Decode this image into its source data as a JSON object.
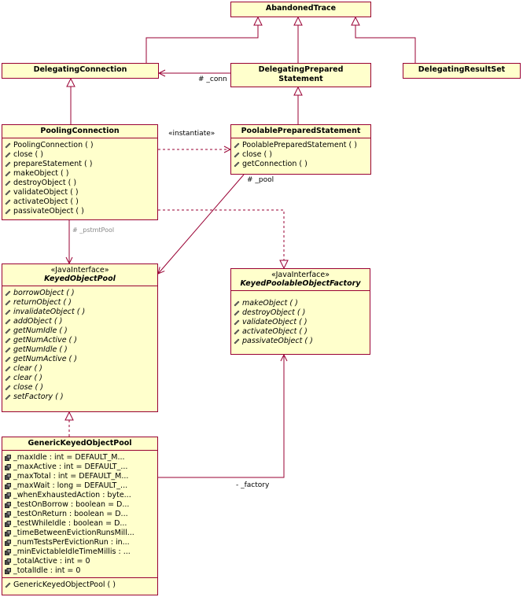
{
  "colors": {
    "border": "#990033",
    "fill": "#ffffcc",
    "edge": "#990033"
  },
  "classes": {
    "abandoned_trace": {
      "name": "AbandonedTrace"
    },
    "delegating_connection": {
      "name": "DelegatingConnection"
    },
    "delegating_prepared_statement": {
      "name_line1": "DelegatingPrepared",
      "name_line2": "Statement"
    },
    "delegating_result_set": {
      "name": "DelegatingResultSet"
    },
    "pooling_connection": {
      "name": "PoolingConnection",
      "operations": [
        "PoolingConnection (   )",
        "close (   )",
        "prepareStatement (   )",
        "makeObject (   )",
        "destroyObject (   )",
        "validateObject (   )",
        "activateObject (   )",
        "passivateObject (   )"
      ]
    },
    "poolable_prepared_statement": {
      "name": "PoolablePreparedStatement",
      "operations": [
        "PoolablePreparedStatement (   )",
        "close (   )",
        "getConnection (   )"
      ]
    },
    "keyed_object_pool": {
      "stereotype": "«JavaInterface»",
      "name": "KeyedObjectPool",
      "operations": [
        "borrowObject (   )",
        "returnObject (   )",
        "invalidateObject (   )",
        "addObject (   )",
        "getNumIdle (   )",
        "getNumActive (   )",
        "getNumIdle (   )",
        "getNumActive (   )",
        "clear (   )",
        "clear (   )",
        "close (   )",
        "setFactory (   )"
      ]
    },
    "keyed_poolable_object_factory": {
      "stereotype": "«JavaInterface»",
      "name": "KeyedPoolableObjectFactory",
      "operations": [
        "makeObject (   )",
        "destroyObject (   )",
        "validateObject (   )",
        "activateObject (   )",
        "passivateObject (   )"
      ]
    },
    "generic_keyed_object_pool": {
      "name": "GenericKeyedObjectPool",
      "attributes": [
        "_maxIdle : int = DEFAULT_M...",
        "_maxActive : int = DEFAULT_...",
        "_maxTotal : int = DEFAULT_M...",
        "_maxWait : long = DEFAULT_...",
        "_whenExhaustedAction : byte...",
        "_testOnBorrow : boolean = D...",
        "_testOnReturn : boolean = D...",
        "_testWhileIdle : boolean = D...",
        "_timeBetweenEvictionRunsMill...",
        "_numTestsPerEvictionRun : in...",
        "_minEvictableIdleTimeMillis : ...",
        "_totalActive : int = 0",
        "_totalIdle : int = 0"
      ],
      "operations": [
        "GenericKeyedObjectPool (   )"
      ]
    }
  },
  "edge_labels": {
    "conn": "# _conn",
    "instantiate": "«instantiate»",
    "pool": "# _pool",
    "pstmt_pool": "# _pstmtPool",
    "factory": "- _factory"
  }
}
